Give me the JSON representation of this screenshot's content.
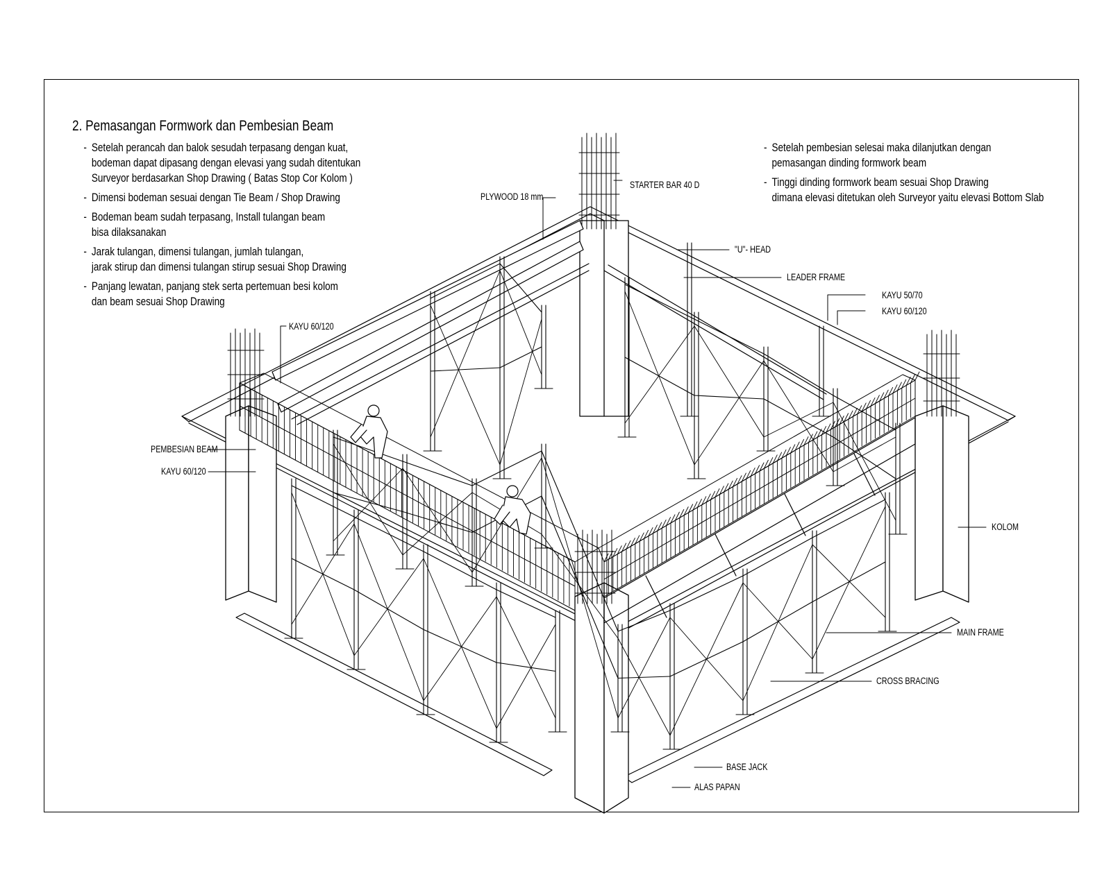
{
  "title": "2. Pemasangan Formwork dan Pembesian Beam",
  "notes_left": [
    "Setelah perancah dan balok sesudah terpasang dengan kuat,\nbodeman dapat dipasang dengan elevasi yang sudah ditentukan\nSurveyor berdasarkan Shop Drawing ( Batas Stop Cor Kolom )",
    "Dimensi bodeman sesuai dengan Tie Beam / Shop Drawing",
    "Bodeman beam sudah terpasang, Install tulangan beam\nbisa dilaksanakan",
    "Jarak tulangan, dimensi tulangan, jumlah tulangan,\n jarak stirup dan dimensi tulangan stirup sesuai Shop Drawing",
    "Panjang lewatan, panjang stek serta pertemuan besi kolom\n dan beam sesuai Shop Drawing"
  ],
  "notes_right": [
    "Setelah pembesian selesai maka dilanjutkan dengan\n pemasangan dinding formwork beam",
    "Tinggi dinding formwork beam sesuai Shop Drawing\n dimana elevasi ditetukan oleh Surveyor yaitu elevasi Bottom Slab"
  ],
  "dash": "-",
  "labels": {
    "plywood": "PLYWOOD 18 mm",
    "starter_bar": "STARTER BAR 40 D",
    "u_head": "\"U\"- HEAD",
    "leader_frame": "LEADER FRAME",
    "kayu_50_70": "KAYU 50/70",
    "kayu_60_120_right": "KAYU 60/120",
    "kayu_60_120_top": "KAYU 60/120",
    "pembesian_beam": "PEMBESIAN BEAM",
    "kayu_60_120_left": "KAYU 60/120",
    "kolom": "KOLOM",
    "main_frame": "MAIN FRAME",
    "cross_bracing": "CROSS BRACING",
    "base_jack": "BASE JACK",
    "alas_papan": "ALAS PAPAN"
  }
}
